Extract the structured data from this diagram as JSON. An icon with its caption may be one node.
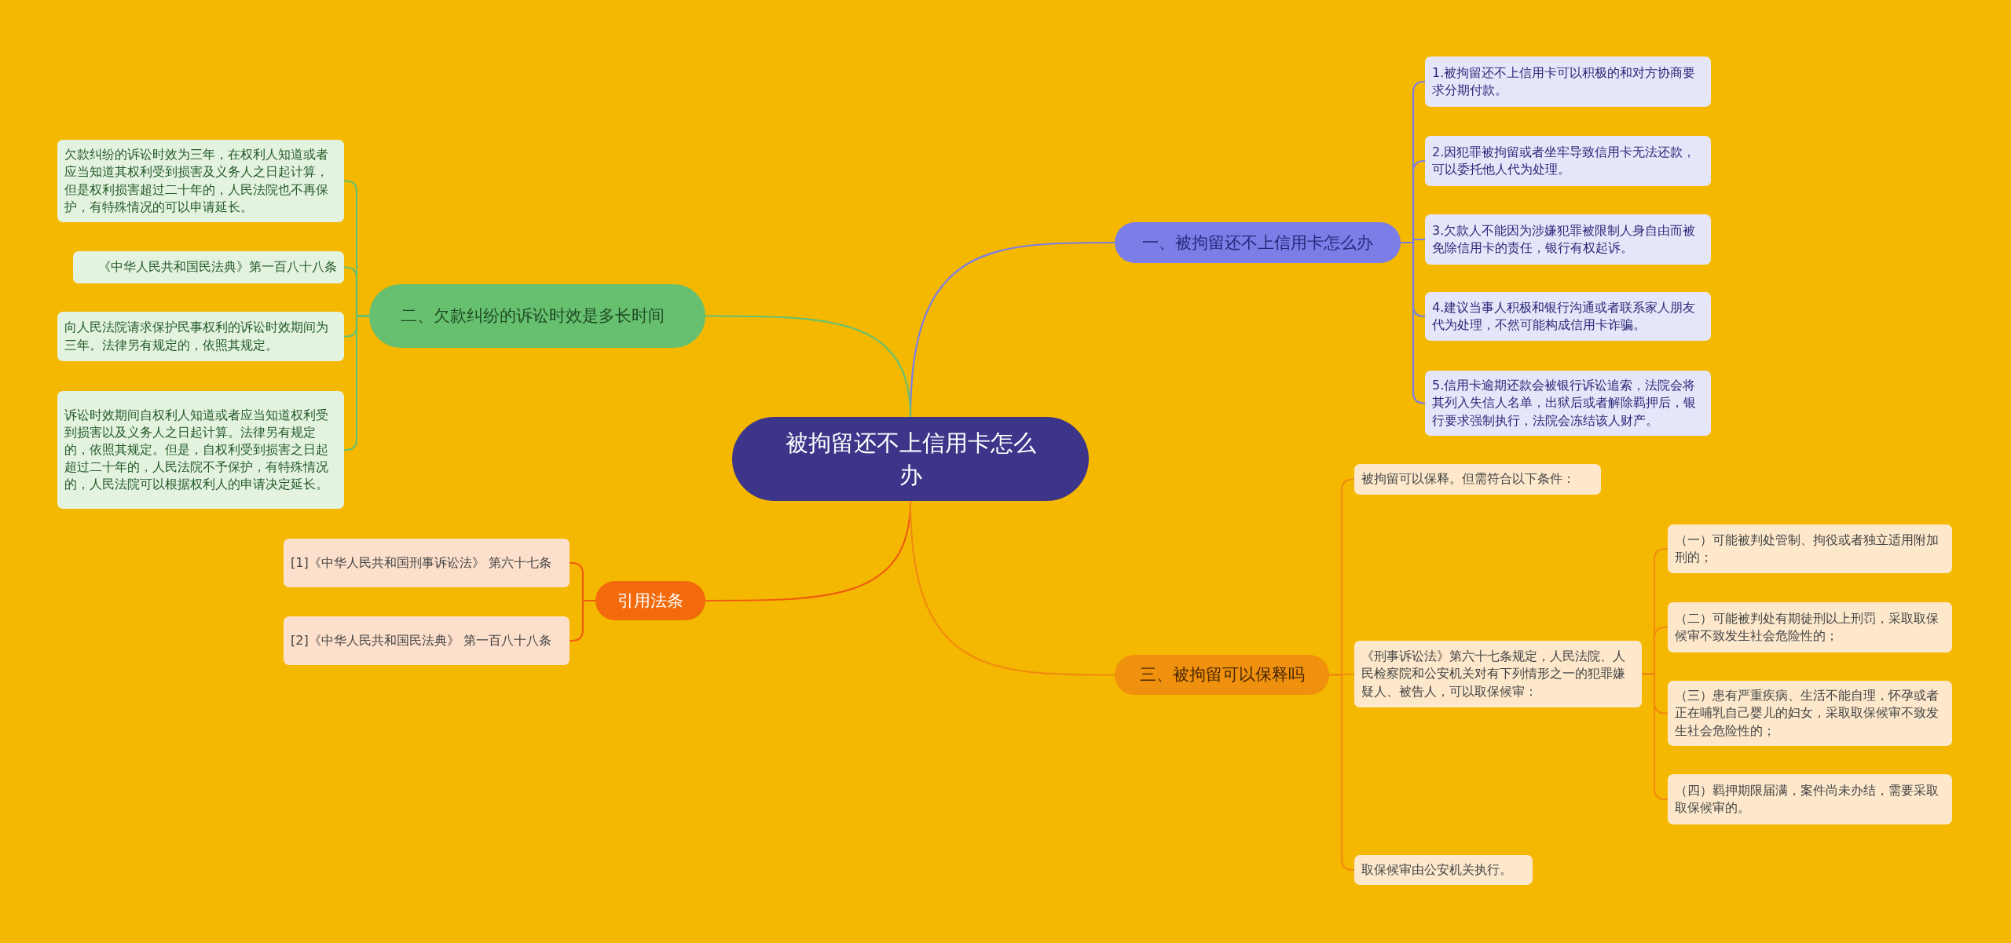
{
  "diagram": {
    "nodes": [
      {
        "text": [
          "被拘留还不上信用卡怎么办"
        ]
      },
      {
        "text": [
          "一、被拘留还不上信用卡怎么办"
        ]
      },
      {
        "text": [
          "1.被拘留还不上信用卡可以积极的和对方协商要求分期付款。"
        ]
      },
      {
        "text": [
          "2.因犯罪被拘留或者坐牢导致信用卡无法还款，可以委托他人代为处理。"
        ]
      },
      {
        "text": [
          "3.欠款人不能因为涉嫌犯罪被限制人身自由而被免除信用卡的责任，银行有权起诉。"
        ]
      },
      {
        "text": [
          "4.建议当事人积极和银行沟通或者联系家人朋友代为处理，不然可能构成信用卡诈骗。"
        ]
      },
      {
        "text": [
          "5.信用卡逾期还款会被银行诉讼追索，法院会将其列入失信人名单，出狱后或者解除羁押后，银行要求强制执行，法院会冻结该人财产。"
        ]
      },
      {
        "text": [
          "二、欠款纠纷的诉讼时效是多长时间"
        ]
      },
      {
        "text": [
          "欠款纠纷的诉讼时效为三年，在权利人知道或者应当知道其权利受到损害及义务人之日起计算，但是权利损害超过二十年的，人民法院也不再保护，有特殊情况的可以申请延长。"
        ]
      },
      {
        "text": [
          "《中华人民共和国民法典》第一百八十八条"
        ]
      },
      {
        "text": [
          "向人民法院请求保护民事权利的诉讼时效期间为三年。法律另有规定的，依照其规定。"
        ]
      },
      {
        "text": [
          "诉讼时效期间自权利人知道或者应当知道权利受到损害以及义务人之日起计算。法律另有规定的，依照其规定。但是，自权利受到损害之日起超过二十年的，人民法院不予保护，有特殊情况的，人民法院可以根据权利人的申请决定延长。"
        ]
      },
      {
        "text": [
          "引用法条"
        ]
      },
      {
        "text": [
          "[1]《中华人民共和国刑事诉讼法》 第六十七条"
        ]
      },
      {
        "text": [
          "[2]《中华人民共和国民法典》 第一百八十八条"
        ]
      },
      {
        "text": [
          "三、被拘留可以保释吗"
        ]
      },
      {
        "text": [
          "被拘留可以保释。但需符合以下条件："
        ]
      },
      {
        "text": [
          "《刑事诉讼法》第六十七条规定，人民法院、人民检察院和公安机关对有下列情形之一的犯罪嫌疑人、被告人，可以取保候审："
        ]
      },
      {
        "text": [
          "（一）可能被判处管制、拘役或者独立适用附加刑的；"
        ]
      },
      {
        "text": [
          "（二）可能被判处有期徒刑以上刑罚，采取取保候审不致发生社会危险性的；"
        ]
      },
      {
        "text": [
          "（三）患有严重疾病、生活不能自理，怀孕或者正在哺乳自己婴儿的妇女，采取取保候审不致发生社会危险性的；"
        ]
      },
      {
        "text": [
          "（四）羁押期限届满，案件尚未办结，需要采取取保候审的。"
        ]
      },
      {
        "text": [
          "取保候审由公安机关执行。"
        ]
      }
    ],
    "edges": [
      {
        "from": 0,
        "to": 1,
        "arrow": "none",
        "color": "#7b7ee6"
      },
      {
        "from": 1,
        "to": 2,
        "arrow": "none",
        "color": "#7b7ee6"
      },
      {
        "from": 1,
        "to": 3,
        "arrow": "none",
        "color": "#7b7ee6"
      },
      {
        "from": 1,
        "to": 4,
        "arrow": "none",
        "color": "#7b7ee6"
      },
      {
        "from": 1,
        "to": 5,
        "arrow": "none",
        "color": "#7b7ee6"
      },
      {
        "from": 1,
        "to": 6,
        "arrow": "none",
        "color": "#7b7ee6"
      },
      {
        "from": 0,
        "to": 7,
        "arrow": "none",
        "color": "#66c070"
      },
      {
        "from": 7,
        "to": 8,
        "arrow": "none",
        "color": "#66c070"
      },
      {
        "from": 7,
        "to": 9,
        "arrow": "none",
        "color": "#66c070"
      },
      {
        "from": 7,
        "to": 10,
        "arrow": "none",
        "color": "#66c070"
      },
      {
        "from": 7,
        "to": 11,
        "arrow": "none",
        "color": "#66c070"
      },
      {
        "from": 0,
        "to": 12,
        "arrow": "none",
        "color": "#ee5f10"
      },
      {
        "from": 12,
        "to": 13,
        "arrow": "none",
        "color": "#ee5f10"
      },
      {
        "from": 12,
        "to": 14,
        "arrow": "none",
        "color": "#ee5f10"
      },
      {
        "from": 0,
        "to": 15,
        "arrow": "none",
        "color": "#f08c10"
      },
      {
        "from": 15,
        "to": 16,
        "arrow": "none",
        "color": "#f08c10"
      },
      {
        "from": 15,
        "to": 17,
        "arrow": "none",
        "color": "#f08c10"
      },
      {
        "from": 15,
        "to": 22,
        "arrow": "none",
        "color": "#f08c10"
      },
      {
        "from": 17,
        "to": 18,
        "arrow": "none",
        "color": "#f08c10"
      },
      {
        "from": 17,
        "to": 19,
        "arrow": "none",
        "color": "#f08c10"
      },
      {
        "from": 17,
        "to": 20,
        "arrow": "none",
        "color": "#f08c10"
      },
      {
        "from": 17,
        "to": 21,
        "arrow": "none",
        "color": "#f08c10"
      }
    ]
  }
}
